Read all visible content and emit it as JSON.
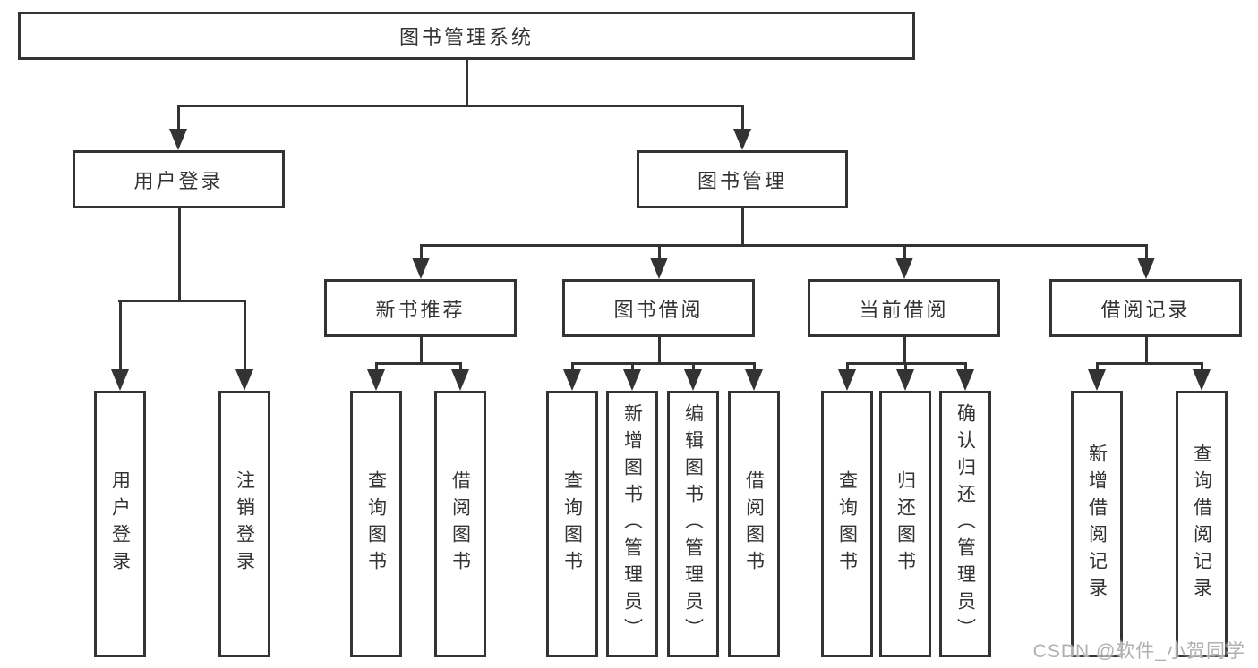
{
  "diagram": {
    "root": "图书管理系统",
    "level2": {
      "user_login": "用户登录",
      "book_mgmt": "图书管理"
    },
    "level3": {
      "new_book_rec": "新书推荐",
      "book_borrow": "图书借阅",
      "current_borrow": "当前借阅",
      "borrow_records": "借阅记录"
    },
    "leaves": {
      "user_login": "用户登录",
      "logout": "注销登录",
      "rec_query_books": "查询图书",
      "rec_borrow_books": "借阅图书",
      "bb_query_books": "查询图书",
      "bb_add_books": "新增图书（管理员）",
      "bb_edit_books": "编辑图书（管理员）",
      "bb_borrow_books": "借阅图书",
      "cb_query_books": "查询图书",
      "cb_return_books": "归还图书",
      "cb_confirm_return": "确认归还（管理员）",
      "br_add_record": "新增借阅记录",
      "br_query_record": "查询借阅记录"
    }
  },
  "watermark": "CSDN @软件_小贺同学",
  "colors": {
    "line": "#333333",
    "text": "#333333",
    "box_background": "#ffffff",
    "watermark": "#b0b0b0",
    "background": "#ffffff"
  }
}
